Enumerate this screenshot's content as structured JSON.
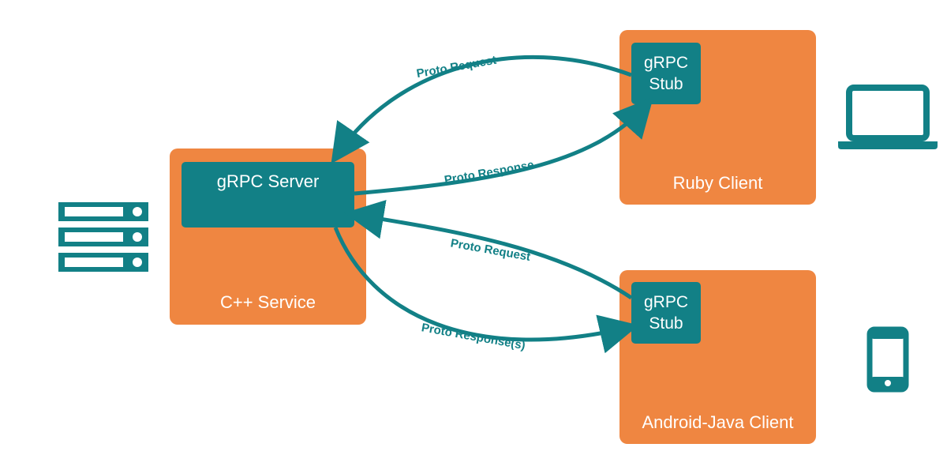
{
  "colors": {
    "orange": "#ef8641",
    "teal": "#128086",
    "white": "#ffffff"
  },
  "service": {
    "server_label": "gRPC Server",
    "name": "C++ Service"
  },
  "ruby": {
    "stub_line1": "gRPC",
    "stub_line2": "Stub",
    "name": "Ruby Client"
  },
  "android": {
    "stub_line1": "gRPC",
    "stub_line2": "Stub",
    "name": "Android-Java Client"
  },
  "arrows": {
    "ruby_request": "Proto Request",
    "ruby_response": "Proto Response",
    "android_request": "Proto Request",
    "android_response": "Proto Response(s)"
  },
  "icons": [
    "server-icon",
    "laptop-icon",
    "phone-icon"
  ]
}
